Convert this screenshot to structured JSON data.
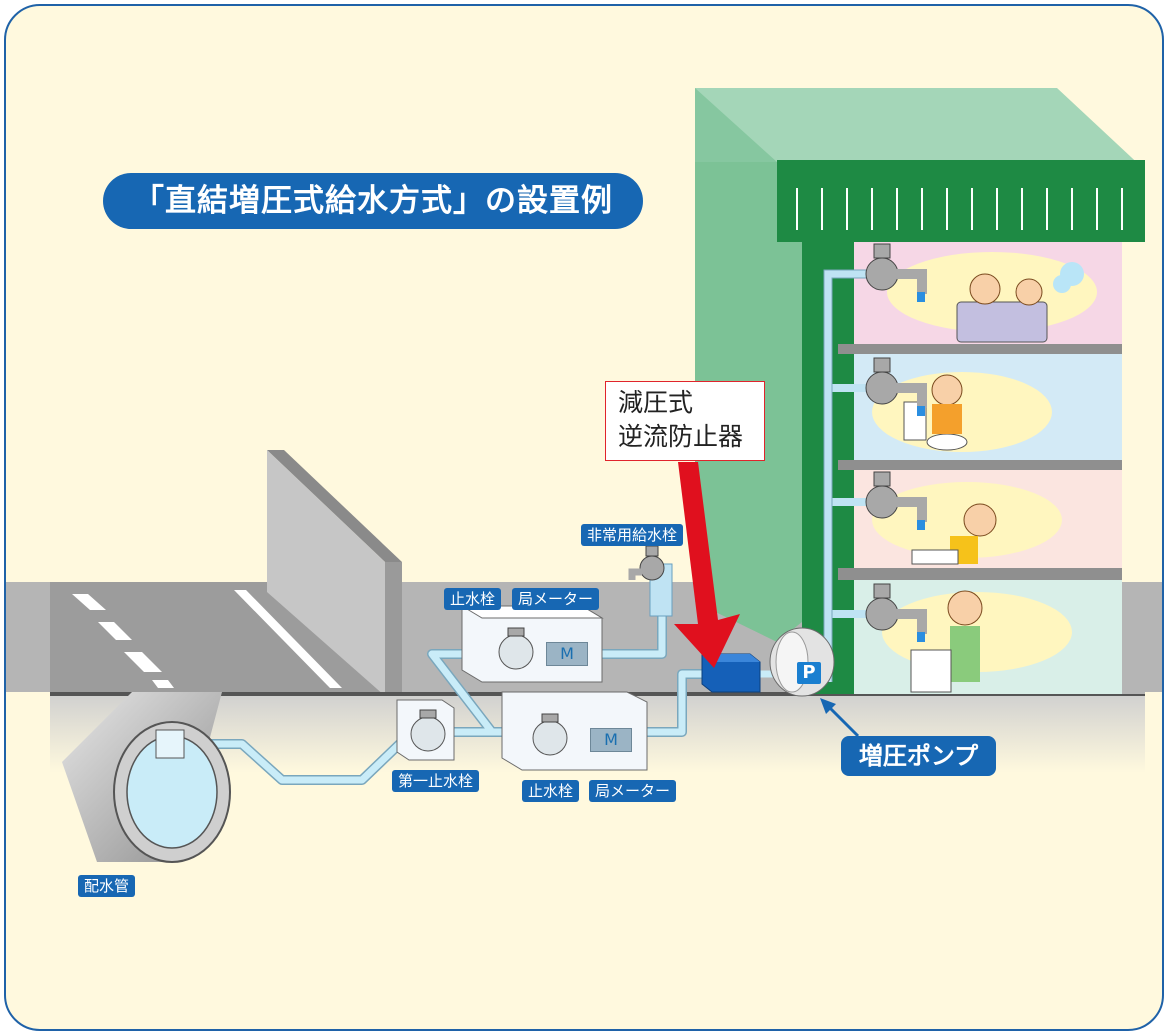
{
  "title": "「直結増圧式給水方式」の設置例",
  "callout": {
    "line1": "減圧式",
    "line2": "逆流防止器"
  },
  "labels": {
    "emergency_hydrant": "非常用給水栓",
    "stop_valve_upper": "止水栓",
    "meter_upper": "局メーター",
    "stop_valve_lower": "止水栓",
    "meter_lower": "局メーター",
    "first_stop_valve": "第一止水栓",
    "distribution_pipe": "配水管",
    "booster_pump": "増圧ポンプ"
  },
  "symbols": {
    "pump_letter": "P",
    "meter_letter_upper": "M",
    "meter_letter_lower": "M"
  },
  "colors": {
    "frame_border": "#1f62a8",
    "background": "#fff9de",
    "label_blue": "#1767b3",
    "building_green": "#1f8a45",
    "arrow_red": "#e0101e",
    "pipe": "#bfe3f3"
  }
}
